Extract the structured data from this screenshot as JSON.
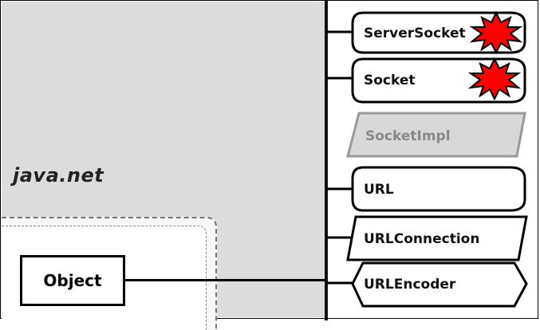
{
  "package": {
    "label": "java.net"
  },
  "root_class": {
    "label": "Object"
  },
  "classes": [
    {
      "label": "ServerSocket",
      "shape": "rounded",
      "marker": "red-starburst"
    },
    {
      "label": "Socket",
      "shape": "rounded",
      "marker": "red-starburst"
    },
    {
      "label": "SocketImpl",
      "shape": "parallelogram-abstract",
      "marker": ""
    },
    {
      "label": "URL",
      "shape": "rounded",
      "marker": ""
    },
    {
      "label": "URLConnection",
      "shape": "parallelogram",
      "marker": ""
    },
    {
      "label": "URLEncoder",
      "shape": "hexagon",
      "marker": ""
    }
  ],
  "colors": {
    "panel": "#dcdcdc",
    "marker": "#ff0000",
    "abstract_fill": "#d8d8d8",
    "abstract_text": "#888888"
  }
}
